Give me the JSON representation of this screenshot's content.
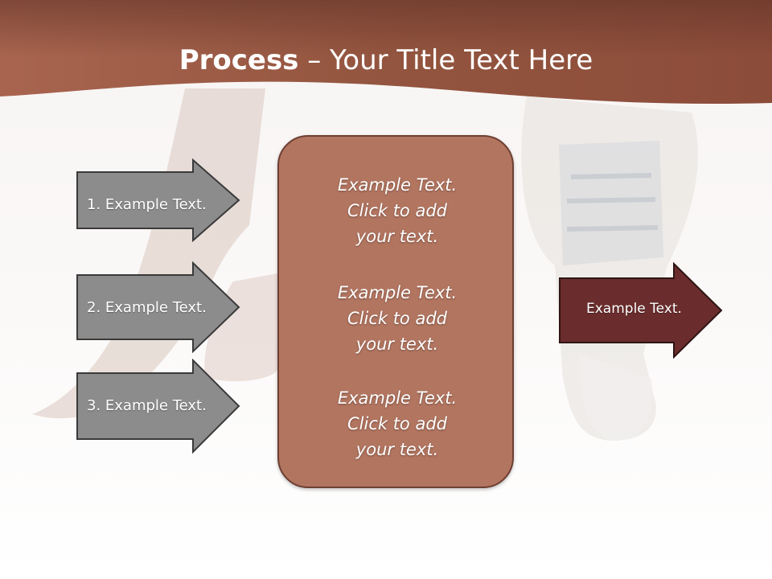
{
  "slide": {
    "title_bold": "Process",
    "title_rest": " – Your Title Text Here",
    "left_arrows": [
      {
        "label": "1. Example Text."
      },
      {
        "label": "2. Example Text."
      },
      {
        "label": "3. Example Text."
      }
    ],
    "center_items": [
      {
        "line1": "Example Text.",
        "line2": "Click  to add",
        "line3": "your text."
      },
      {
        "line1": "Example Text.",
        "line2": "Click  to add",
        "line3": "your text."
      },
      {
        "line1": "Example Text.",
        "line2": "Click  to add",
        "line3": "your text."
      }
    ],
    "right_arrow": {
      "label": "Example Text."
    }
  },
  "colors": {
    "header": "#a0604c",
    "header_dark": "#6f3d2f",
    "grey_arrow": "#8c8c8c",
    "center_box": "#b27560",
    "dark_arrow": "#6a2c2c"
  }
}
